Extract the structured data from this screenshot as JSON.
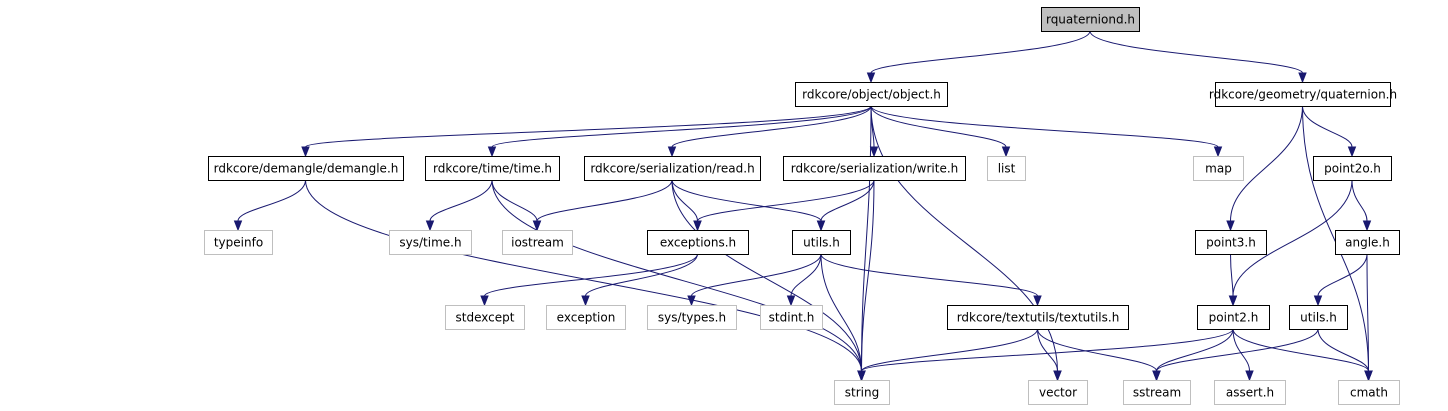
{
  "diagram": {
    "title": "",
    "colors": {
      "edge": "#191970",
      "root_fill": "#bfbfbf",
      "node_border": "#000000",
      "external_border": "#bfbfbf",
      "fill": "#ffffff"
    },
    "nodes": [
      {
        "id": "root",
        "label": "rquaterniond.h",
        "kind": "root"
      },
      {
        "id": "object",
        "label": "rdkcore/object/object.h",
        "kind": "internal"
      },
      {
        "id": "quaternion",
        "label": "rdkcore/geometry/quaternion.h",
        "kind": "internal"
      },
      {
        "id": "demangle",
        "label": "rdkcore/demangle/demangle.h",
        "kind": "internal"
      },
      {
        "id": "time",
        "label": "rdkcore/time/time.h",
        "kind": "internal"
      },
      {
        "id": "read",
        "label": "rdkcore/serialization/read.h",
        "kind": "internal"
      },
      {
        "id": "write",
        "label": "rdkcore/serialization/write.h",
        "kind": "internal"
      },
      {
        "id": "list",
        "label": "list",
        "kind": "external"
      },
      {
        "id": "map",
        "label": "map",
        "kind": "external"
      },
      {
        "id": "point2o",
        "label": "point2o.h",
        "kind": "internal"
      },
      {
        "id": "typeinfo",
        "label": "typeinfo",
        "kind": "external"
      },
      {
        "id": "systime",
        "label": "sys/time.h",
        "kind": "external"
      },
      {
        "id": "iostream",
        "label": "iostream",
        "kind": "external"
      },
      {
        "id": "exceptions",
        "label": "exceptions.h",
        "kind": "internal"
      },
      {
        "id": "utils",
        "label": "utils.h",
        "kind": "internal"
      },
      {
        "id": "point3",
        "label": "point3.h",
        "kind": "internal"
      },
      {
        "id": "angle",
        "label": "angle.h",
        "kind": "internal"
      },
      {
        "id": "stdexcept",
        "label": "stdexcept",
        "kind": "external"
      },
      {
        "id": "exception",
        "label": "exception",
        "kind": "external"
      },
      {
        "id": "systypes",
        "label": "sys/types.h",
        "kind": "external"
      },
      {
        "id": "stdint",
        "label": "stdint.h",
        "kind": "external"
      },
      {
        "id": "textutils",
        "label": "rdkcore/textutils/textutils.h",
        "kind": "internal"
      },
      {
        "id": "point2",
        "label": "point2.h",
        "kind": "internal"
      },
      {
        "id": "utils2",
        "label": "utils.h",
        "kind": "internal"
      },
      {
        "id": "string",
        "label": "string",
        "kind": "external"
      },
      {
        "id": "vector",
        "label": "vector",
        "kind": "external"
      },
      {
        "id": "sstream",
        "label": "sstream",
        "kind": "external"
      },
      {
        "id": "assert",
        "label": "assert.h",
        "kind": "external"
      },
      {
        "id": "cmath",
        "label": "cmath",
        "kind": "external"
      }
    ],
    "edges": [
      [
        "root",
        "object"
      ],
      [
        "root",
        "quaternion"
      ],
      [
        "object",
        "demangle"
      ],
      [
        "object",
        "time"
      ],
      [
        "object",
        "read"
      ],
      [
        "object",
        "write"
      ],
      [
        "object",
        "list"
      ],
      [
        "object",
        "map"
      ],
      [
        "object",
        "string"
      ],
      [
        "object",
        "vector"
      ],
      [
        "quaternion",
        "point2o"
      ],
      [
        "quaternion",
        "point3"
      ],
      [
        "quaternion",
        "cmath"
      ],
      [
        "demangle",
        "typeinfo"
      ],
      [
        "demangle",
        "string"
      ],
      [
        "time",
        "systime"
      ],
      [
        "time",
        "iostream"
      ],
      [
        "time",
        "string"
      ],
      [
        "read",
        "iostream"
      ],
      [
        "read",
        "exceptions"
      ],
      [
        "read",
        "utils"
      ],
      [
        "read",
        "string"
      ],
      [
        "write",
        "exceptions"
      ],
      [
        "write",
        "utils"
      ],
      [
        "write",
        "string"
      ],
      [
        "exceptions",
        "stdexcept"
      ],
      [
        "exceptions",
        "exception"
      ],
      [
        "utils",
        "systypes"
      ],
      [
        "utils",
        "stdint"
      ],
      [
        "utils",
        "string"
      ],
      [
        "utils",
        "textutils"
      ],
      [
        "textutils",
        "string"
      ],
      [
        "textutils",
        "vector"
      ],
      [
        "textutils",
        "sstream"
      ],
      [
        "point2o",
        "point2"
      ],
      [
        "point2o",
        "angle"
      ],
      [
        "point3",
        "point2"
      ],
      [
        "angle",
        "utils2"
      ],
      [
        "angle",
        "cmath"
      ],
      [
        "point2",
        "string"
      ],
      [
        "point2",
        "sstream"
      ],
      [
        "point2",
        "assert"
      ],
      [
        "point2",
        "cmath"
      ],
      [
        "utils2",
        "sstream"
      ],
      [
        "utils2",
        "cmath"
      ]
    ]
  }
}
